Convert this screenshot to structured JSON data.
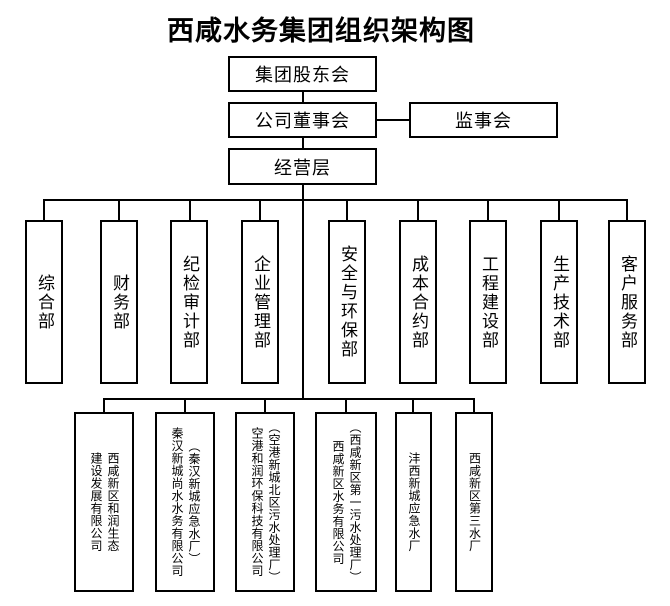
{
  "title": "西咸水务集团组织架构图",
  "top_level": {
    "shareholders": "集团股东会",
    "board": "公司董事会",
    "supervisory": "监事会",
    "management": "经营层"
  },
  "departments": [
    {
      "label": "综合部"
    },
    {
      "label": "财务部"
    },
    {
      "label": "纪检审计部"
    },
    {
      "label": "企业管理部"
    },
    {
      "label": "安全与环保部"
    },
    {
      "label": "成本合约部"
    },
    {
      "label": "工程建设部"
    },
    {
      "label": "生产技术部"
    },
    {
      "label": "客户服务部"
    }
  ],
  "companies": [
    {
      "name": "西咸新区和润生态建设发展有限公司",
      "lines": [
        "西咸新区和润生态",
        "建设发展有限公司"
      ]
    },
    {
      "name": "秦汉新城尚水水务有限公司（秦汉新城应急水厂）",
      "lines": [
        "（秦汉新城应急水厂）",
        "秦汉新城尚水水务有限公司"
      ]
    },
    {
      "name": "空港和润环保科技有限公司（空港新城北区污水处理厂）",
      "lines": [
        "（空港新城北区污水处理厂）",
        "空港和润环保科技有限公司"
      ]
    },
    {
      "name": "西咸新区水务有限公司（西咸新区第一污水处理厂）",
      "lines": [
        "（西咸新区第一污水处理厂）",
        "西咸新区水务有限公司"
      ]
    },
    {
      "name": "沣西新城应急水厂",
      "lines": [
        "沣西新城应急水厂"
      ]
    },
    {
      "name": "西咸新区第三水厂",
      "lines": [
        "西咸新区第三水厂"
      ]
    }
  ],
  "colors": {
    "background": "#ffffff",
    "line": "#000000",
    "text": "#000000"
  }
}
